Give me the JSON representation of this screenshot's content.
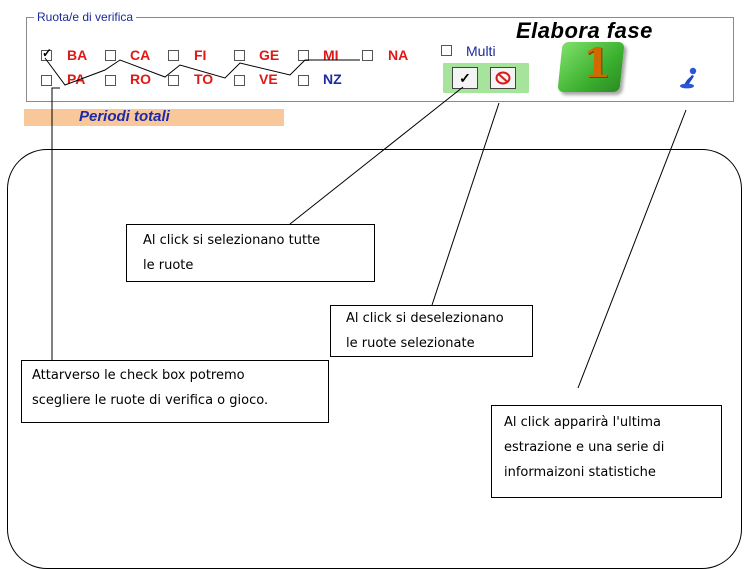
{
  "group": {
    "legend": "Ruota/e di verifica"
  },
  "wheels_row1": [
    {
      "label": "BA",
      "checked": true,
      "color": "#e01818"
    },
    {
      "label": "CA",
      "checked": false,
      "color": "#e01818"
    },
    {
      "label": "FI",
      "checked": false,
      "color": "#e01818"
    },
    {
      "label": "GE",
      "checked": false,
      "color": "#e01818"
    },
    {
      "label": "MI",
      "checked": false,
      "color": "#e01818"
    },
    {
      "label": "NA",
      "checked": false,
      "color": "#e01818"
    }
  ],
  "wheels_row2": [
    {
      "label": "PA",
      "checked": false,
      "color": "#e01818"
    },
    {
      "label": "RO",
      "checked": false,
      "color": "#e01818"
    },
    {
      "label": "TO",
      "checked": false,
      "color": "#e01818"
    },
    {
      "label": "VE",
      "checked": false,
      "color": "#e01818"
    },
    {
      "label": "NZ",
      "checked": false,
      "color": "#1d2aa8"
    }
  ],
  "multi": {
    "label": "Multi",
    "checked": false
  },
  "buttons": {
    "select_all_icon": "check-icon",
    "deselect_all_icon": "no-entry-icon"
  },
  "elabora": {
    "title": "Elabora fase",
    "number": "1"
  },
  "periodi": {
    "label": "Periodi totali"
  },
  "callouts": {
    "select_all": [
      "Al click si selezionano tutte",
      "le ruote"
    ],
    "deselect": [
      "Al click si deselezionano",
      "le ruote selezionate"
    ],
    "checkboxes": [
      "Attarverso le check box potremo",
      "scegliere le ruote di verifica o gioco."
    ],
    "info": [
      "Al click apparirà l'ultima",
      "estrazione e una serie di",
      "informaizoni statistiche"
    ]
  },
  "colors": {
    "accent_red": "#e01818",
    "accent_blue": "#1d2aa8",
    "button_green": "#a6e39b",
    "highlight_orange": "#f8c79a"
  }
}
